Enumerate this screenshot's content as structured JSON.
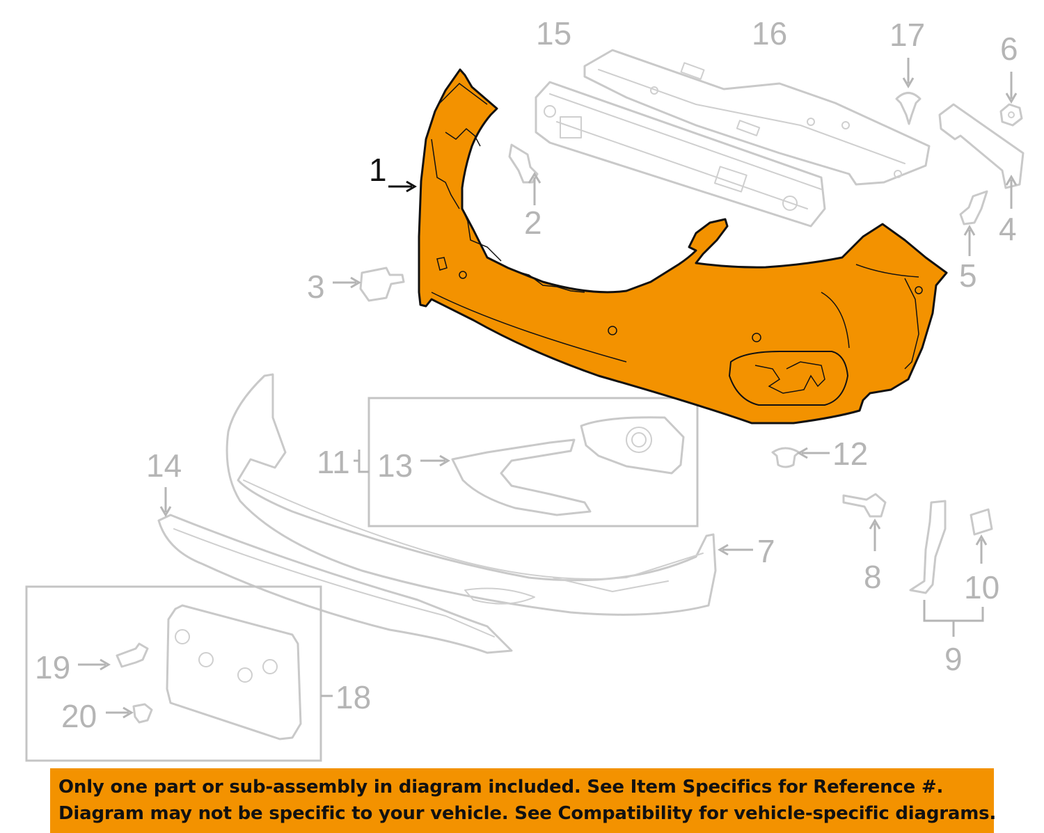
{
  "diagram": {
    "highlight_color": "#f39200",
    "part_labels": {
      "p1": "1",
      "p2": "2",
      "p3": "3",
      "p4": "4",
      "p5": "5",
      "p6": "6",
      "p7": "7",
      "p8": "8",
      "p9": "9",
      "p10": "10",
      "p11": "11",
      "p12": "12",
      "p13": "13",
      "p14": "14",
      "p15": "15",
      "p16": "16",
      "p17": "17",
      "p18": "18",
      "p19": "19",
      "p20": "20"
    }
  },
  "notice": {
    "line1": "Only one part or sub-assembly in diagram included. See Item Specifics for Reference #.",
    "line2": "Diagram may not be specific to your vehicle. See Compatibility for vehicle-specific diagrams."
  }
}
